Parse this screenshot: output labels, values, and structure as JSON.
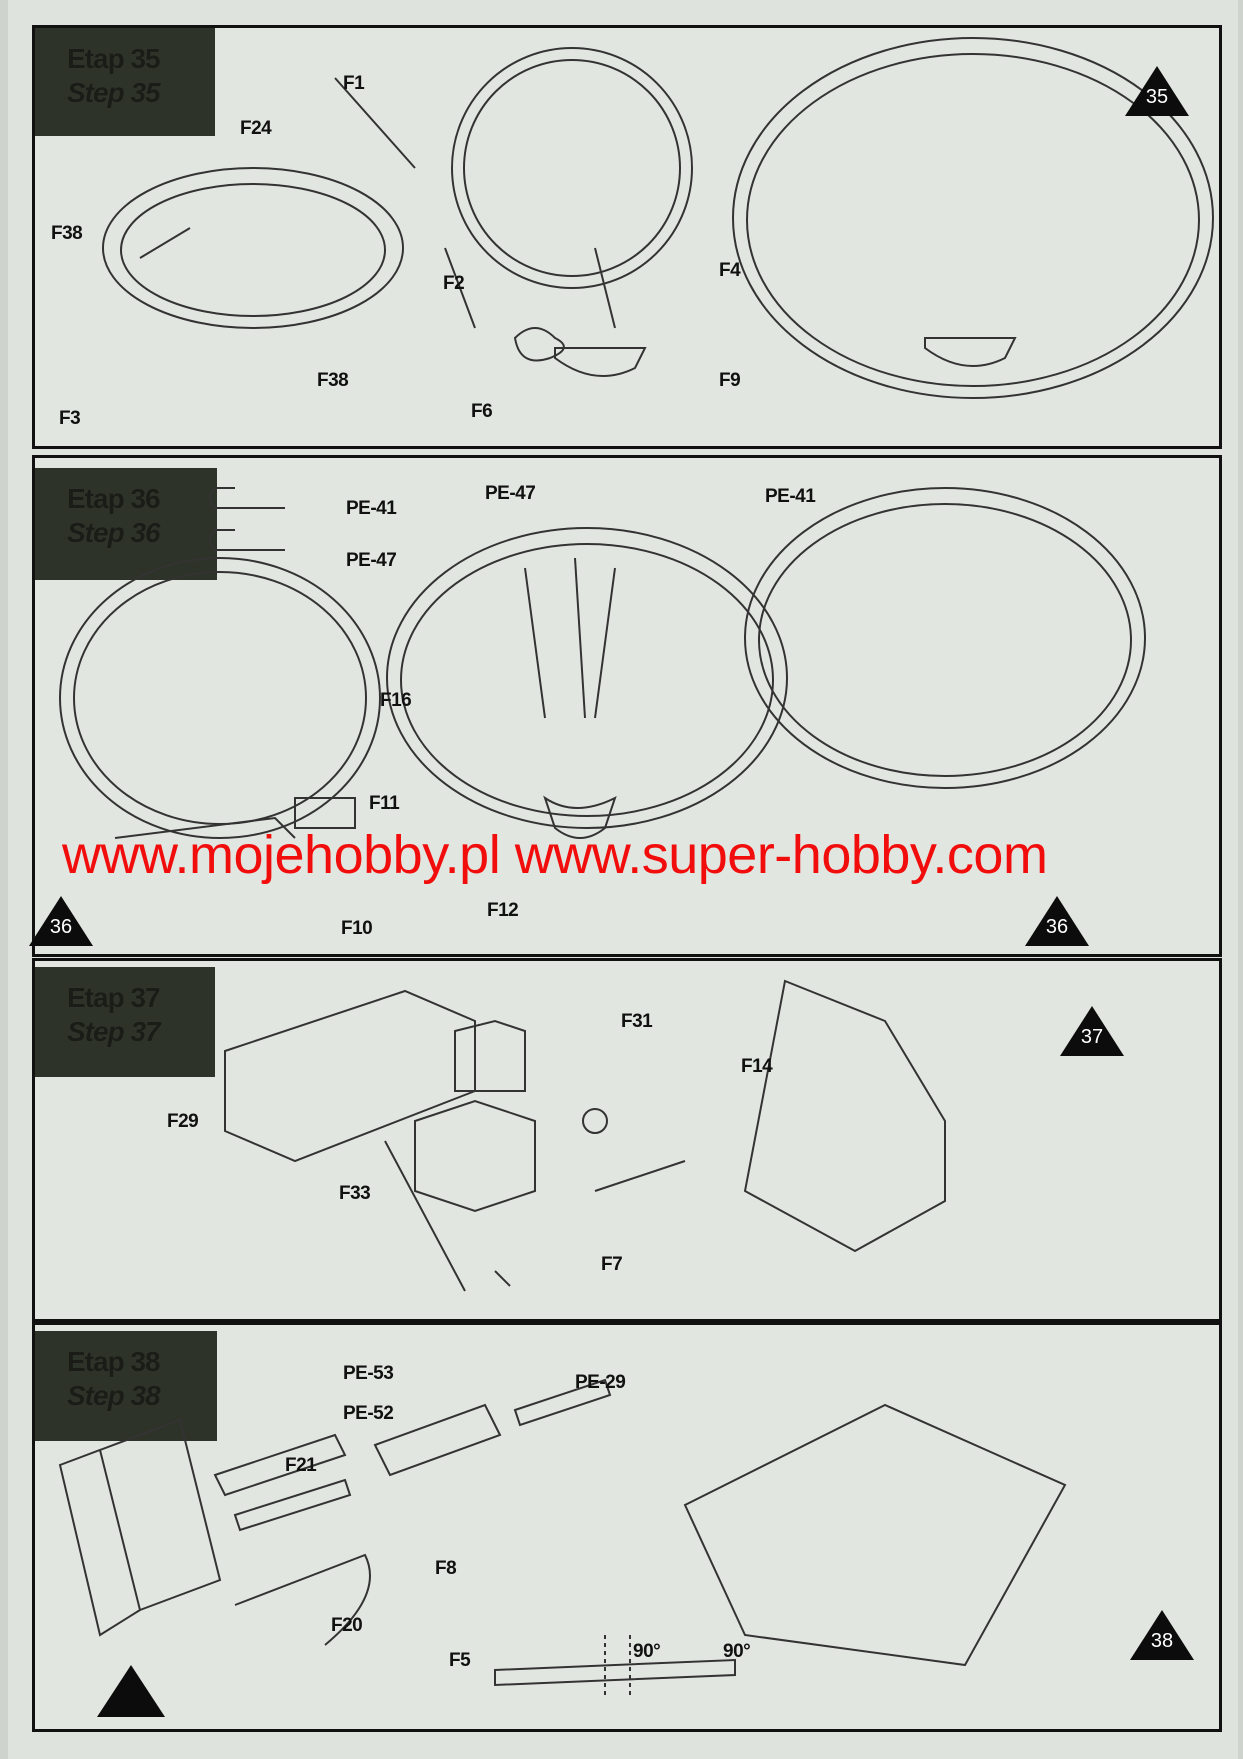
{
  "steps": [
    {
      "etap": "Etap 35",
      "step": "Step 35",
      "badge": "35",
      "labels": {
        "f1": "F1",
        "f24": "F24",
        "f38a": "F38",
        "f2": "F2",
        "f4": "F4",
        "f38b": "F38",
        "f3": "F3",
        "f6": "F6",
        "f9": "F9"
      }
    },
    {
      "etap": "Etap 36",
      "step": "Step 36",
      "badge": "36",
      "labels": {
        "pe41a": "PE-41",
        "pe47a": "PE-47",
        "pe47b": "PE-47",
        "pe41b": "PE-41",
        "f16": "F16",
        "f11": "F11",
        "f10": "F10",
        "f12": "F12"
      }
    },
    {
      "etap": "Etap 37",
      "step": "Step 37",
      "badge": "37",
      "labels": {
        "f31": "F31",
        "f14": "F14",
        "f29": "F29",
        "f33": "F33",
        "f7": "F7"
      }
    },
    {
      "etap": "Etap 38",
      "step": "Step 38",
      "badge": "38",
      "labels": {
        "pe53": "PE-53",
        "pe52": "PE-52",
        "pe29": "PE-29",
        "f21": "F21",
        "f8": "F8",
        "f20": "F20",
        "f5": "F5",
        "angle_left": "90°",
        "angle_right": "90°"
      }
    }
  ],
  "watermark": "www.mojehobby.pl www.super-hobby.com"
}
